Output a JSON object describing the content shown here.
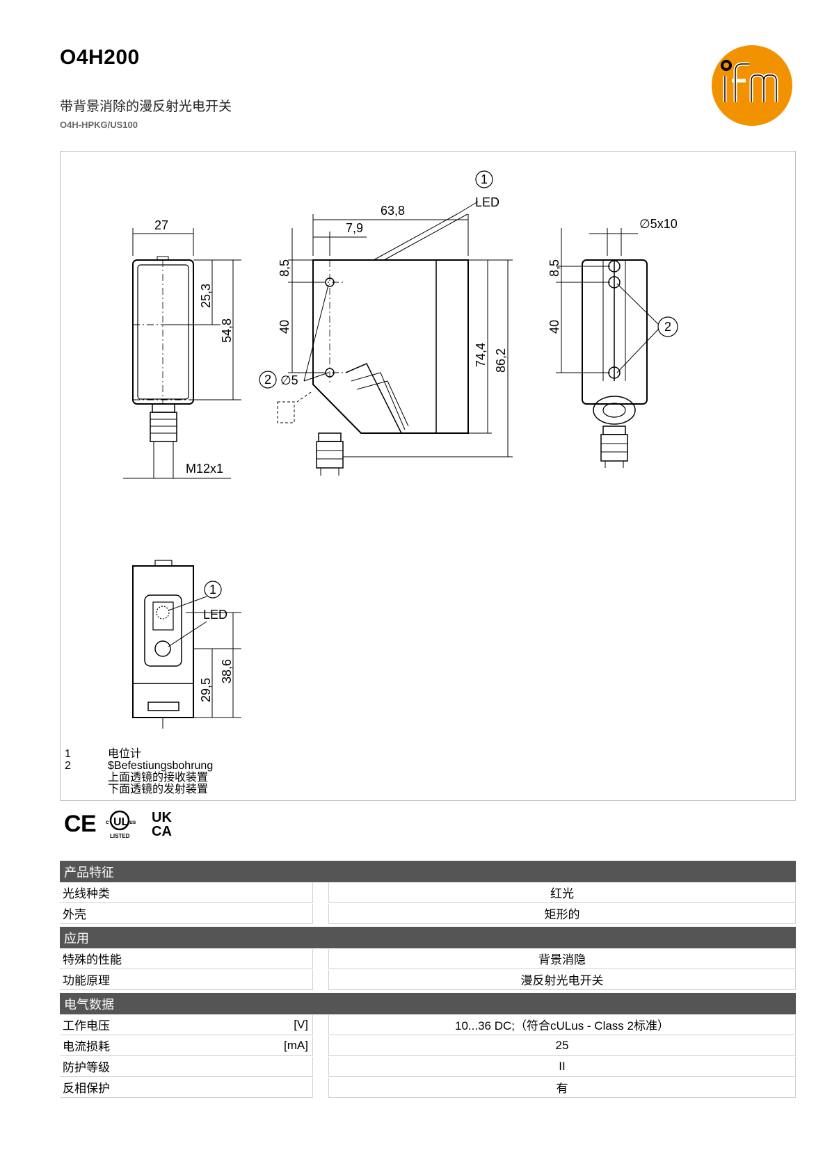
{
  "header": {
    "title": "O4H200",
    "subtitle": "带背景消除的漫反射光电开关",
    "code": "O4H-HPKG/US100"
  },
  "brand": {
    "logo_text": "ifm",
    "color": "#F39200"
  },
  "drawing": {
    "dims": {
      "d27": "27",
      "d25_3": "25,3",
      "d54_8": "54,8",
      "m12": "M12x1",
      "d63_8": "63,8",
      "d7_9": "7,9",
      "d8_5": "8,5",
      "d40": "40",
      "d74_4": "74,4",
      "d86_2": "86,2",
      "d5": "∅5",
      "d5x10": "∅5x10",
      "d29_5": "29,5",
      "d38_6": "38,6",
      "led": "LED",
      "callout1": "1",
      "callout2": "2"
    },
    "legend": [
      {
        "num": "1",
        "lines": [
          "电位计"
        ]
      },
      {
        "num": "2",
        "lines": [
          "$Befestiungsbohrung",
          "上面透镜的接收装置",
          "下面透镜的发射装置"
        ]
      }
    ]
  },
  "certifications": [
    "CE",
    "cULus LISTED",
    "UKCA"
  ],
  "specs": [
    {
      "section": "产品特征",
      "rows": [
        {
          "label": "光线种类",
          "unit": "",
          "value": "红光"
        },
        {
          "label": "外壳",
          "unit": "",
          "value": "矩形的"
        }
      ]
    },
    {
      "section": "应用",
      "rows": [
        {
          "label": "特殊的性能",
          "unit": "",
          "value": "背景消隐"
        },
        {
          "label": "功能原理",
          "unit": "",
          "value": "漫反射光电开关"
        }
      ]
    },
    {
      "section": "电气数据",
      "rows": [
        {
          "label": "工作电压",
          "unit": "[V]",
          "value": "10...36 DC;（符合cULus - Class 2标准）"
        },
        {
          "label": "电流损耗",
          "unit": "[mA]",
          "value": "25"
        },
        {
          "label": "防护等级",
          "unit": "",
          "value": "II"
        },
        {
          "label": "反相保护",
          "unit": "",
          "value": "有"
        }
      ]
    }
  ]
}
